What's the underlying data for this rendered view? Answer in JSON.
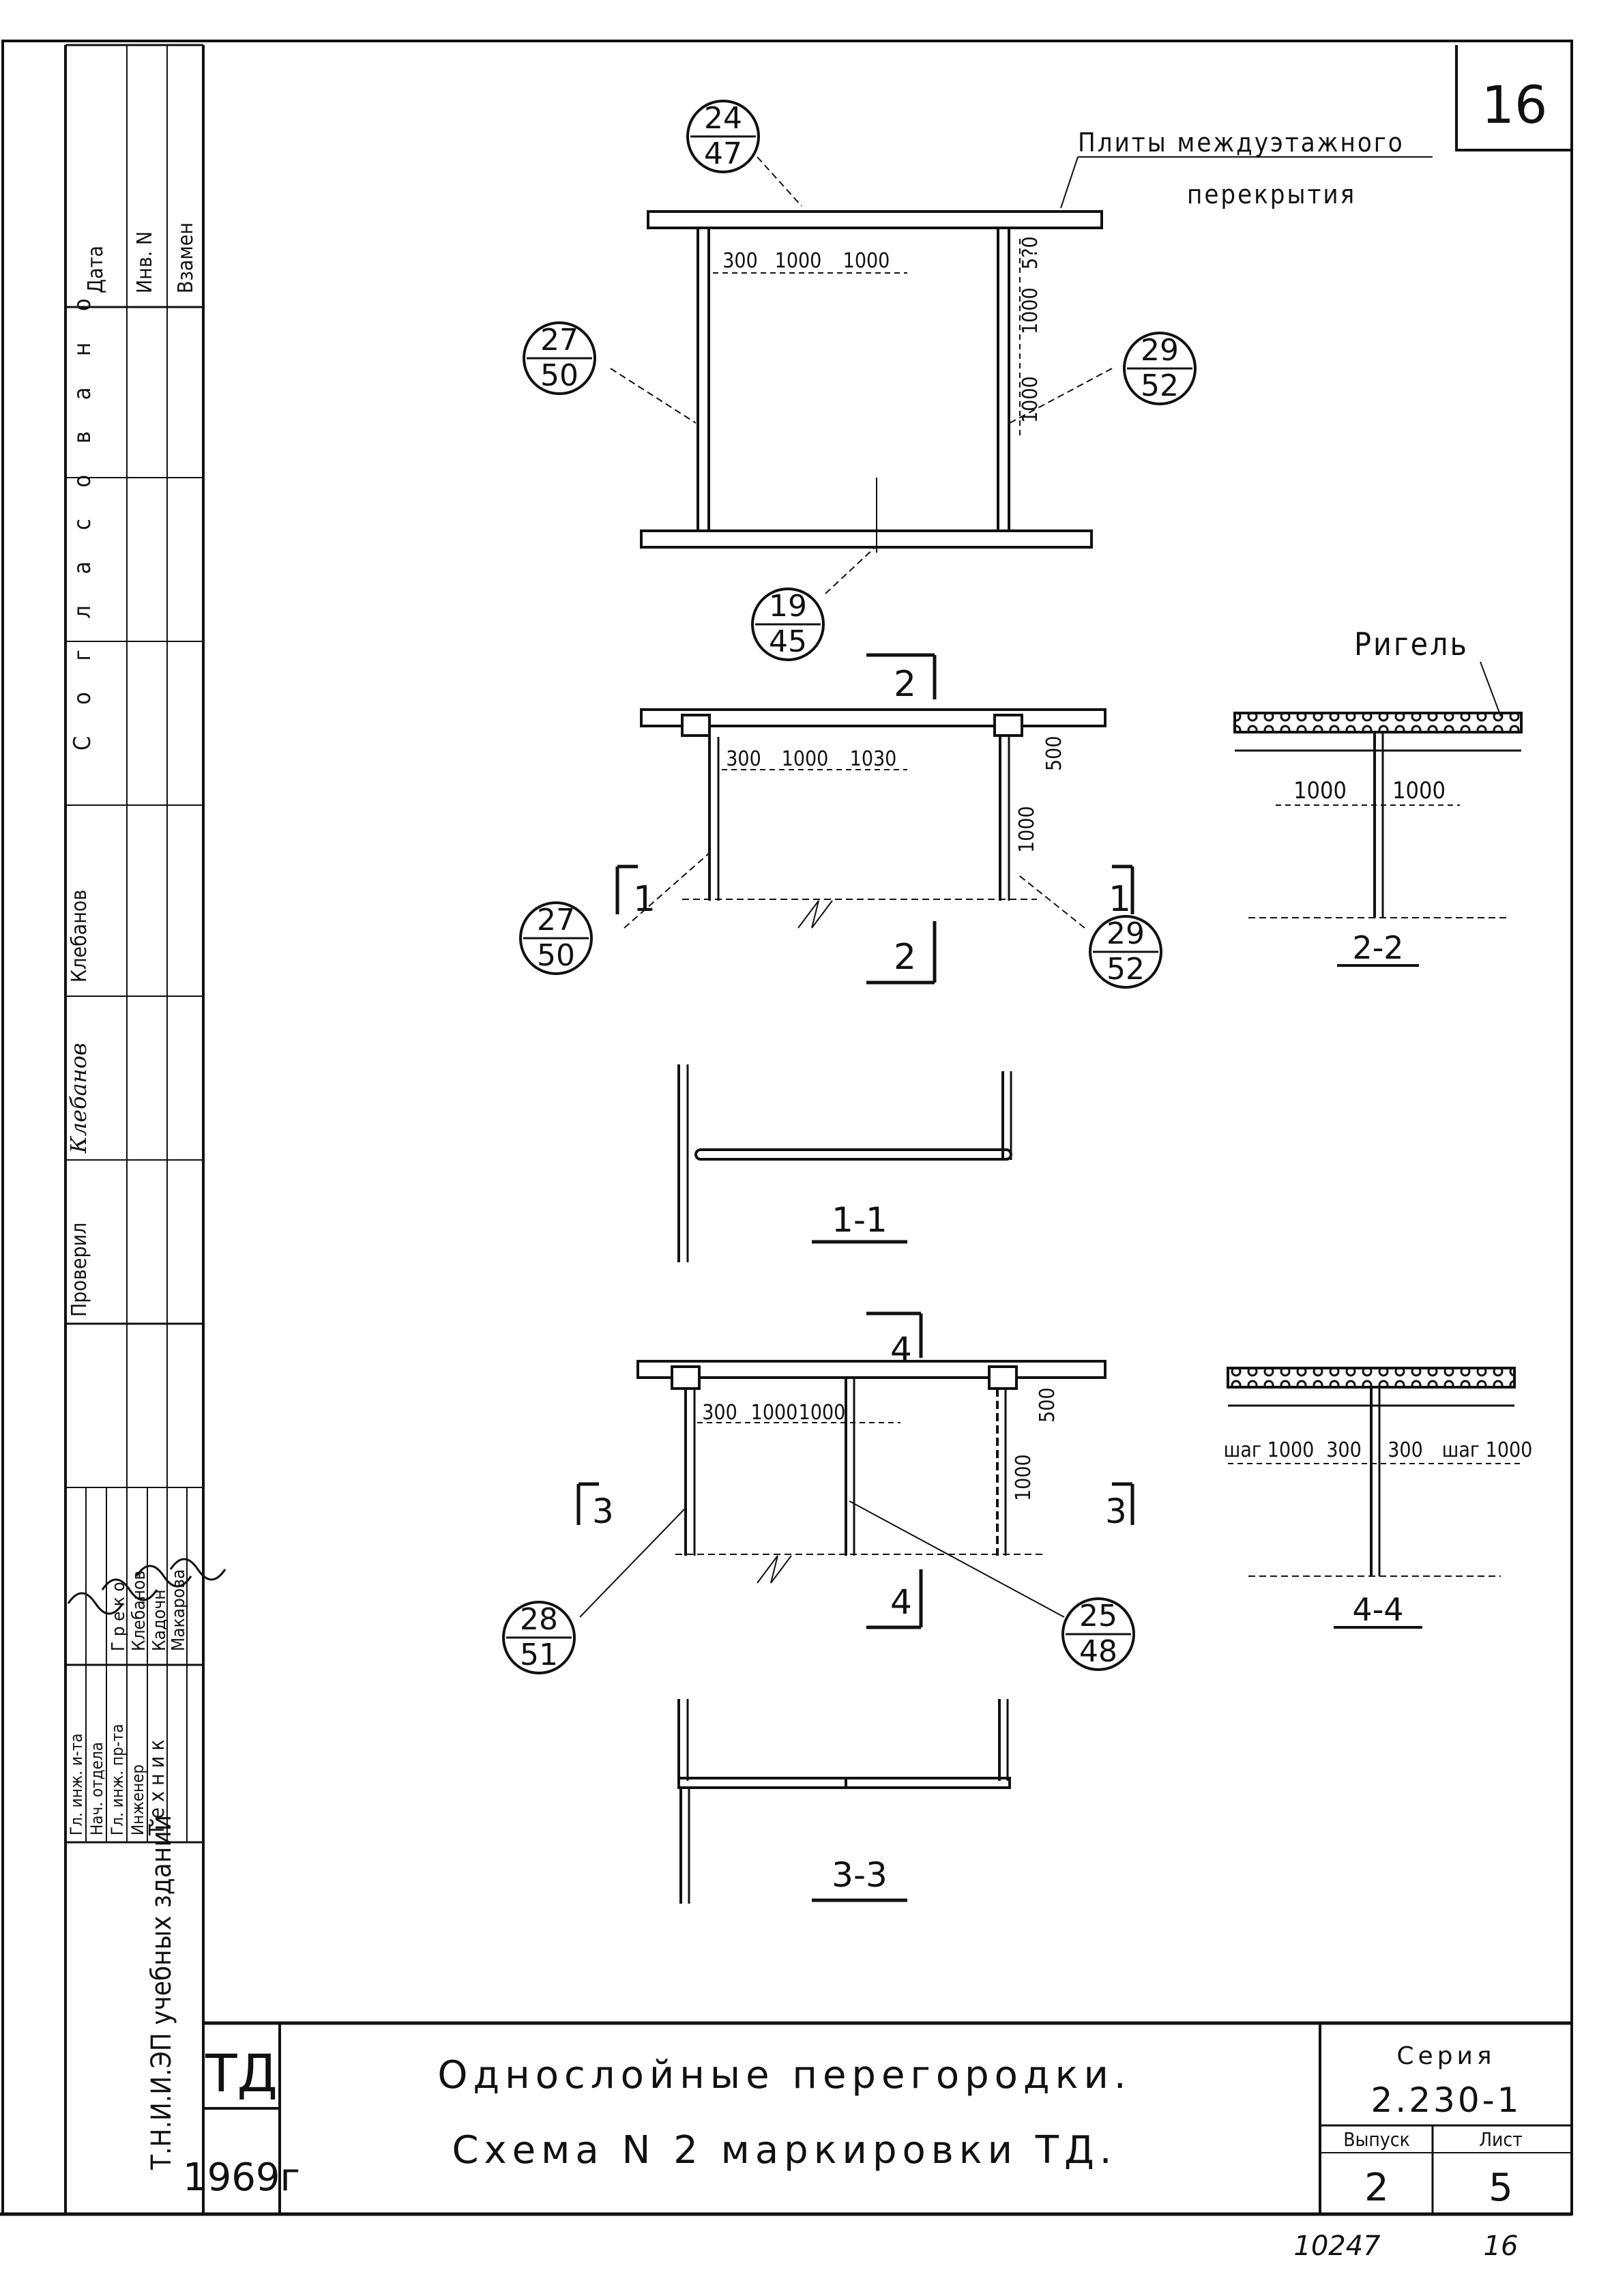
{
  "sheet_number": "16",
  "slab_label": [
    "Плиты междуэтажного",
    "перекрытия"
  ],
  "girder_label": "Ригель",
  "dims": {
    "d300": "300",
    "d1000": "1000",
    "d500": "500",
    "d500b": "5?0",
    "d1030": "1030",
    "step1000": "шаг 1000",
    "step1000b": "шаг 1000"
  },
  "markers": [
    {
      "top": "24",
      "bottom": "47"
    },
    {
      "top": "27",
      "bottom": "50"
    },
    {
      "top": "29",
      "bottom": "52"
    },
    {
      "top": "19",
      "bottom": "45"
    },
    {
      "top": "27",
      "bottom": "50"
    },
    {
      "top": "29",
      "bottom": "52"
    },
    {
      "top": "28",
      "bottom": "51"
    },
    {
      "top": "25",
      "bottom": "48"
    }
  ],
  "section_marks": {
    "s1": "1",
    "s2": "2",
    "s3": "3",
    "s4": "4"
  },
  "section_titles": {
    "s11": "1-1",
    "s22": "2-2",
    "s33": "3-3",
    "s44": "4-4"
  },
  "side_stamp": {
    "top_cells": [
      "Дата",
      "Инв. N",
      "Взамен"
    ],
    "agreed": "С о г л а с о в а н о",
    "checked": "Проверил",
    "surname1": "Клебанов",
    "signature1": "Клебанов",
    "roles": [
      "Гл. инж. и-та",
      "Нач. отдела",
      "Гл. инж. пр-та",
      "Инженер",
      "Техник"
    ],
    "names": [
      "Г р е к о",
      "Клебанов",
      "Кадочн",
      "Макарова"
    ],
    "org": "Т.Н.И.И.ЭП учебных зданий"
  },
  "title_block": {
    "td": "ТД",
    "year": "1969г",
    "title_line1": "Однослойные перегородки.",
    "title_line2": "Схема N 2 маркировки ТД.",
    "series_label": "Серия",
    "series_value": "2.230-1",
    "issue_label": "Выпуск",
    "issue_value": "2",
    "sheet_label": "Лист",
    "sheet_value": "5"
  },
  "footer": {
    "archive_number": "10247",
    "page_number": "16"
  }
}
